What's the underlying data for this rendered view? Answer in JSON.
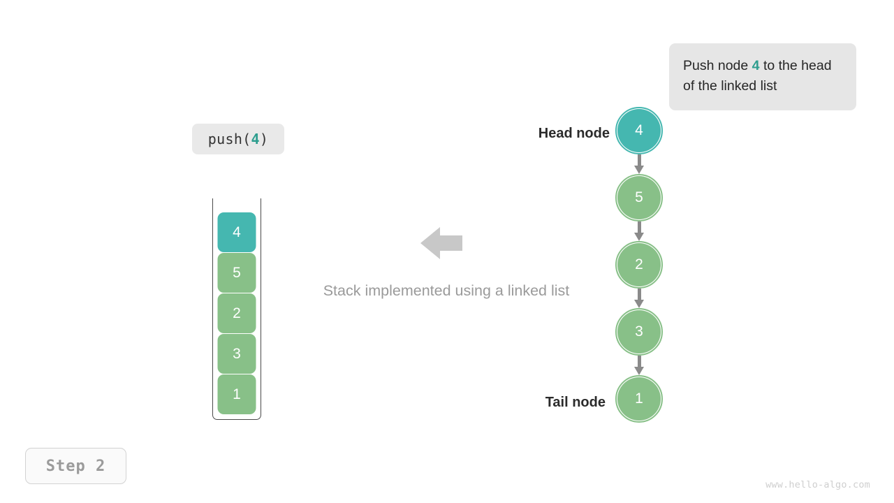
{
  "callout": {
    "text_before": "Push node ",
    "highlight": "4",
    "text_after": " to the head of the linked list"
  },
  "operation": {
    "label_before": "push(",
    "label_value": "4",
    "label_after": ")"
  },
  "caption": {
    "text": "Stack implemented using a linked list"
  },
  "stack": {
    "name": "stack-container",
    "cells": [
      {
        "value": "4",
        "color": "#45b7b0"
      },
      {
        "value": "5",
        "color": "#88c088"
      },
      {
        "value": "2",
        "color": "#88c088"
      },
      {
        "value": "3",
        "color": "#88c088"
      },
      {
        "value": "1",
        "color": "#88c088"
      }
    ]
  },
  "linked_list": {
    "head_label": "Head node",
    "tail_label": "Tail node",
    "nodes": [
      {
        "value": "4",
        "color": "#45b7b0"
      },
      {
        "value": "5",
        "color": "#88c088"
      },
      {
        "value": "2",
        "color": "#88c088"
      },
      {
        "value": "3",
        "color": "#88c088"
      },
      {
        "value": "1",
        "color": "#88c088"
      }
    ]
  },
  "arrow": {
    "direction": "left",
    "color": "#c8c8c8"
  },
  "step": {
    "label": "Step 2"
  },
  "watermark": {
    "text": "www.hello-algo.com"
  },
  "colors": {
    "accent_teal": "#45b7b0",
    "node_green": "#88c088",
    "highlight_text": "#2e9e8f",
    "callout_bg": "#e6e6e6",
    "pill_bg": "#e9e9e9",
    "connector": "#8a8a8a",
    "caption_text": "#9a9a9a"
  }
}
